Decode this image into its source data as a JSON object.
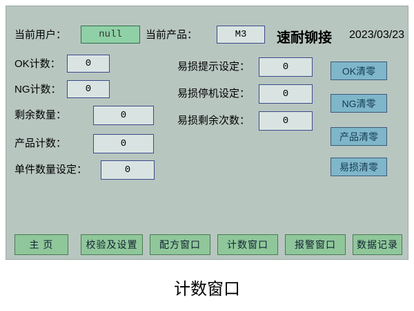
{
  "header": {
    "user_label": "当前用户：",
    "user_value": "null",
    "product_label": "当前产品：",
    "product_value": "M3",
    "title": "速耐铆接",
    "date": "2023/03/23"
  },
  "left_fields": [
    {
      "label": "OK计数：",
      "value": "0"
    },
    {
      "label": "NG计数：",
      "value": "0"
    },
    {
      "label": "剩余数量：",
      "value": "0"
    },
    {
      "label": "产品计数：",
      "value": "0"
    },
    {
      "label": "单件数量设定：",
      "value": "0"
    }
  ],
  "mid_fields": [
    {
      "label": "易损提示设定：",
      "value": "0"
    },
    {
      "label": "易损停机设定：",
      "value": "0"
    },
    {
      "label": "易损剩余次数：",
      "value": "0"
    }
  ],
  "right_buttons": [
    {
      "label": "OK清零"
    },
    {
      "label": "NG清零"
    },
    {
      "label": "产品清零"
    },
    {
      "label": "易损清零"
    }
  ],
  "bottom_buttons": [
    {
      "label": "主 页"
    },
    {
      "label": "校验及设置"
    },
    {
      "label": "配方窗口"
    },
    {
      "label": "计数窗口"
    },
    {
      "label": "报警窗口"
    },
    {
      "label": "数据记录"
    }
  ],
  "caption": "计数窗口"
}
